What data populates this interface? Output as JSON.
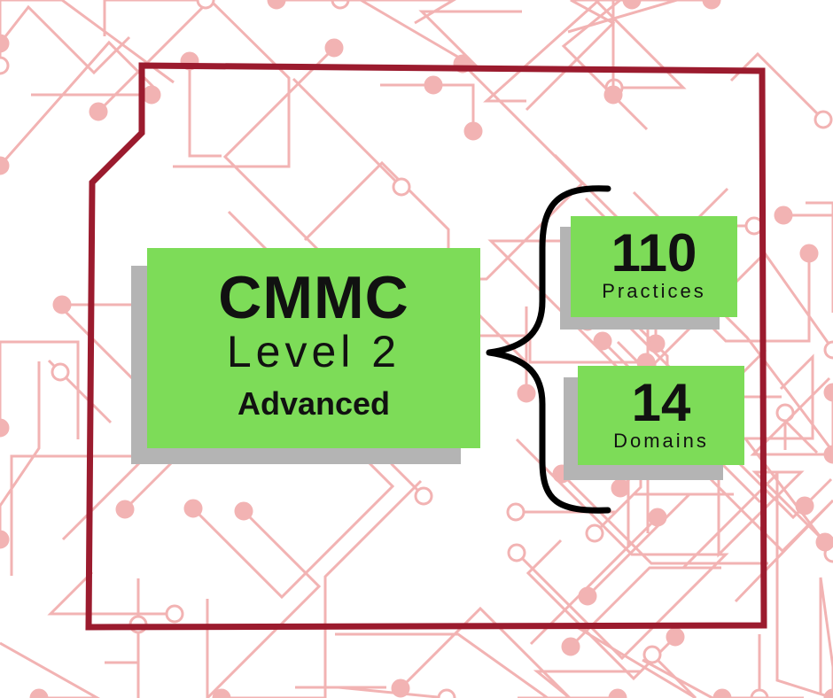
{
  "card": {
    "title": "CMMC",
    "level": "Level 2",
    "tier": "Advanced"
  },
  "stats": [
    {
      "value": "110",
      "label": "Practices"
    },
    {
      "value": "14",
      "label": "Domains"
    }
  ],
  "colors": {
    "background": "#ffffff",
    "circuit": "#f2b3b3",
    "outline": "#9b1b2e",
    "box_fill": "#7ddc58",
    "shadow": "#b4b4b4",
    "text": "#111111",
    "brace": "#000000"
  }
}
